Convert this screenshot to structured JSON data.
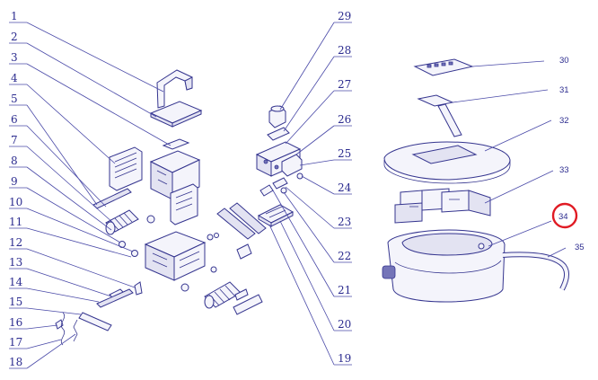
{
  "callouts_left": [
    "1",
    "2",
    "3",
    "4",
    "5",
    "6",
    "7",
    "8",
    "9",
    "10",
    "11",
    "12",
    "13",
    "14",
    "15",
    "16",
    "17",
    "18"
  ],
  "callouts_middle": [
    "29",
    "28",
    "27",
    "26",
    "25",
    "24",
    "23",
    "22",
    "21",
    "20",
    "19"
  ],
  "callouts_right": [
    "30",
    "31",
    "32",
    "33",
    "34",
    "35"
  ],
  "highlighted_callout": "34",
  "colors": {
    "line": "#35358f",
    "text": "#2c2c8f",
    "highlight": "#e01b24"
  }
}
